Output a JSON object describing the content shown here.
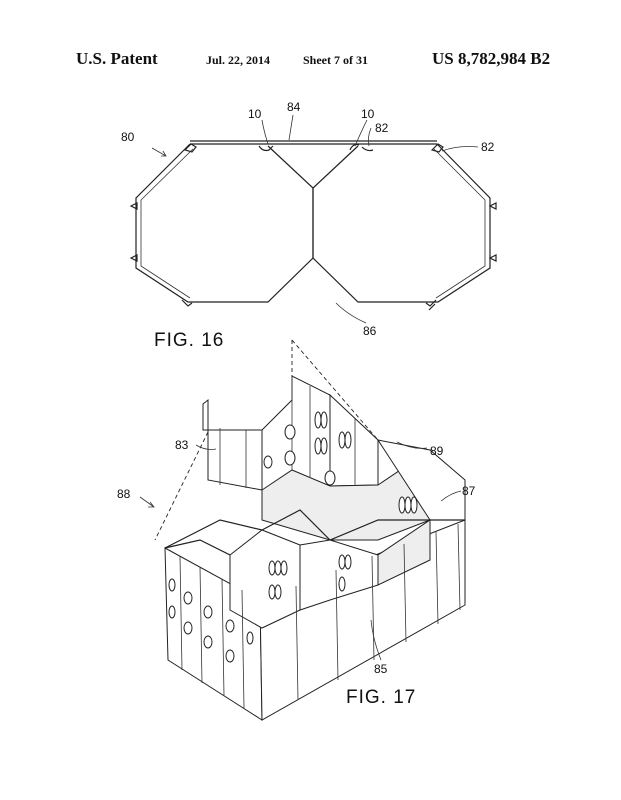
{
  "header": {
    "patent_label": "U.S. Patent",
    "date": "Jul. 22, 2014",
    "sheet": "Sheet 7 of 31",
    "patent_number": "US 8,782,984 B2"
  },
  "figures": [
    {
      "caption": "FIG. 16",
      "reference_numerals": [
        "80",
        "84",
        "10",
        "10",
        "82",
        "82",
        "86"
      ]
    },
    {
      "caption": "FIG. 17",
      "reference_numerals": [
        "83",
        "89",
        "88",
        "87",
        "85"
      ]
    }
  ]
}
